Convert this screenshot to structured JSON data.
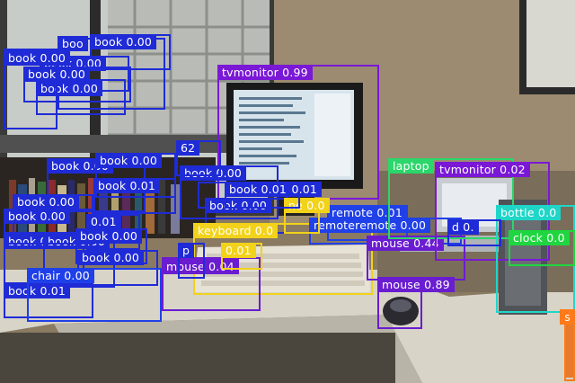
{
  "image": {
    "description_free": true,
    "colors": {
      "book": "#1f2bd6",
      "tvmonitor": "#7a18d6",
      "keyboard": "#f2d21a",
      "remote": "#2040e8",
      "mouse": "#6a1cd0",
      "laptop": "#2bd66a",
      "bottle": "#1fd6c8",
      "clock": "#1fd640",
      "chair": "#1f40e8",
      "cellphone": "#f2d21a",
      "sink": "#ff7a1a",
      "keyboard_label": "#f2d21a"
    }
  },
  "detections": [
    {
      "label": "boo",
      "text": "boo"
    },
    {
      "label": "book",
      "text": "book 0.00"
    },
    {
      "label": "book",
      "text": "book 0.00"
    },
    {
      "label": "book",
      "text": "book 0.00"
    },
    {
      "label": "book",
      "text": "book 0.00"
    },
    {
      "label": "book",
      "text": "book 0.00"
    },
    {
      "label": "tvmonitor",
      "text": "tvmonitor 0.99"
    },
    {
      "label": "book",
      "text": "book 0.00"
    },
    {
      "label": "book",
      "text": "book 0.00"
    },
    {
      "label": "book",
      "text": "book 0.01"
    },
    {
      "label": "book",
      "text": "book 0.00"
    },
    {
      "label": "book",
      "text": "book 0.01"
    },
    {
      "label": "book",
      "text": "book 0.00"
    },
    {
      "label": "book",
      "text": "book 0.00"
    },
    {
      "label": "book",
      "text": "book 0.00"
    },
    {
      "label": "book",
      "text": "book 0.00"
    },
    {
      "label": "book",
      "text": "book 0.00"
    },
    {
      "label": "book",
      "text": "book 0.01"
    },
    {
      "label": "chair",
      "text": "chair 0.00"
    },
    {
      "label": "keyboard",
      "text": "keyboard 0.0"
    },
    {
      "label": "mouse",
      "text": "mouse 0.04"
    },
    {
      "label": "remote",
      "text": "remote 0.01"
    },
    {
      "label": "remote",
      "text": "remoteremote 0.00"
    },
    {
      "label": "mouse",
      "text": "mouse 0.44"
    },
    {
      "label": "mouse",
      "text": "mouse 0.89"
    },
    {
      "label": "laptop",
      "text": "laptop"
    },
    {
      "label": "tvmonitor",
      "text": "tvmonitor 0.02"
    },
    {
      "label": "bottle",
      "text": "bottle 0.0"
    },
    {
      "label": "clock",
      "text": "clock 0.0"
    },
    {
      "label": "cellphone",
      "text": "ne 0.0"
    },
    {
      "label": "book",
      "text": "book 0.00"
    },
    {
      "label": "book",
      "text": "0.01"
    },
    {
      "label": "book",
      "text": "book 0.00"
    },
    {
      "label": "book",
      "text": "book 0.01"
    },
    {
      "label": "book",
      "text": "62"
    },
    {
      "label": "book",
      "text": "p"
    },
    {
      "label": "keyboard",
      "text": "0.01"
    },
    {
      "label": "book",
      "text": "d 0."
    },
    {
      "label": "sink",
      "text": "s"
    }
  ]
}
